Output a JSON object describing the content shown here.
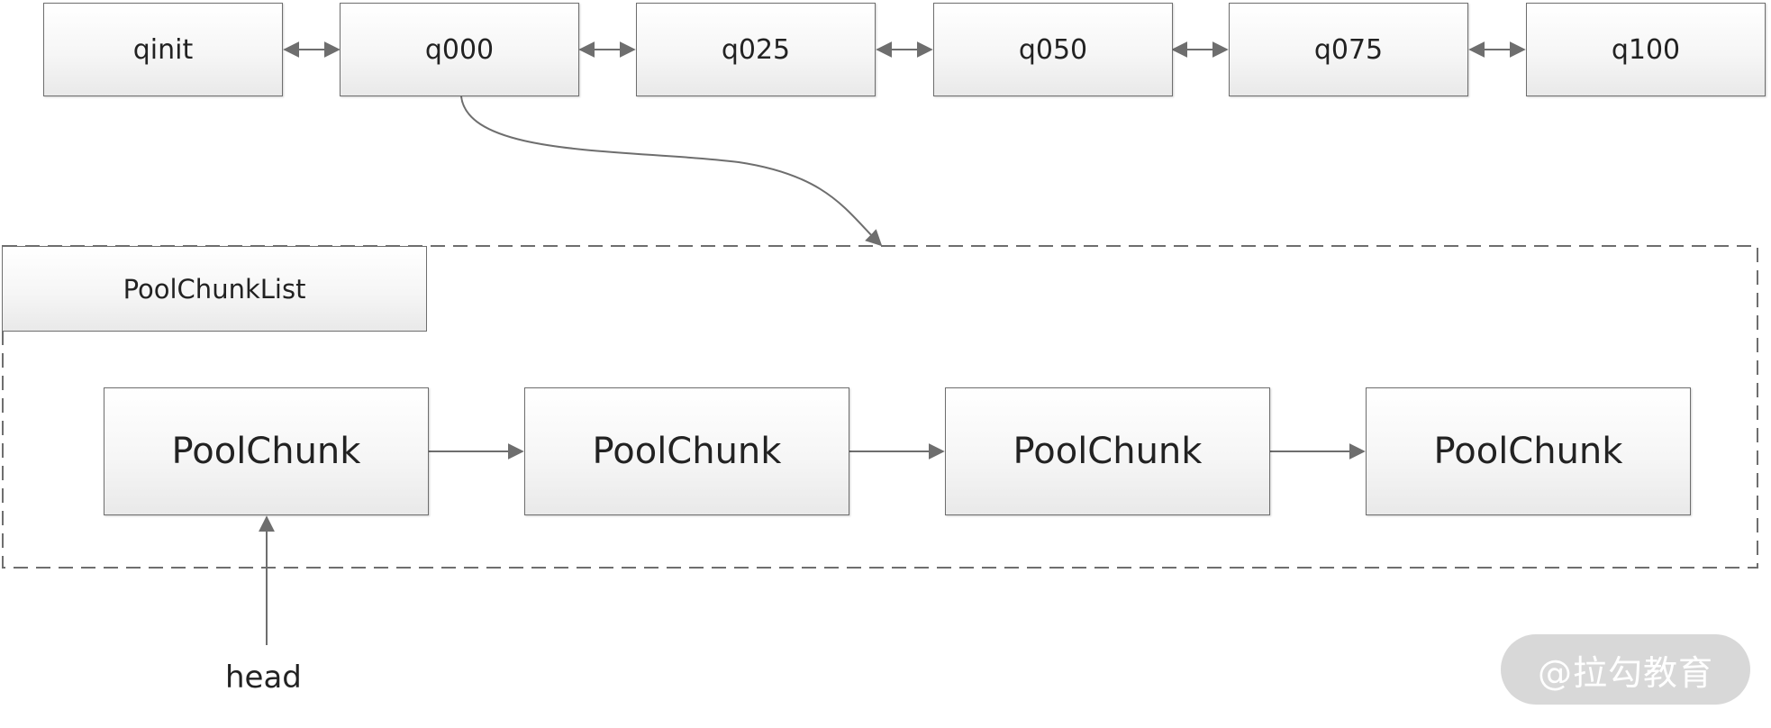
{
  "queues": [
    "qinit",
    "q000",
    "q025",
    "q050",
    "q075",
    "q100"
  ],
  "pool_chunk_list": {
    "title": "PoolChunkList",
    "chunks": [
      "PoolChunk",
      "PoolChunk",
      "PoolChunk",
      "PoolChunk"
    ],
    "head_label": "head"
  },
  "watermark": "@拉勾教育",
  "colors": {
    "stroke": "#6e6e6e",
    "node_fill_top": "#ffffff",
    "node_fill_bottom": "#e9e9e9",
    "text": "#222222",
    "watermark_bg": "#d8d8d8"
  }
}
